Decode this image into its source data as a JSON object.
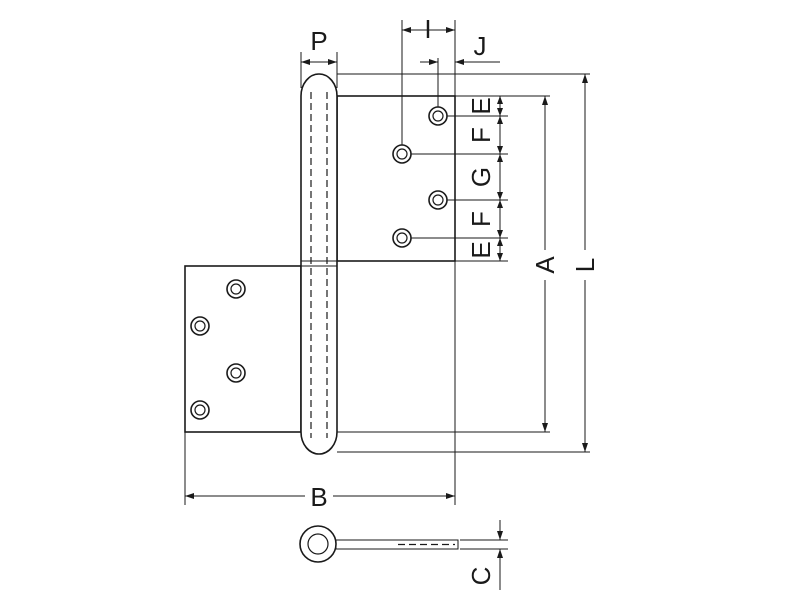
{
  "figure": {
    "type": "technical-drawing",
    "subject": "lift-off flag hinge",
    "colors": {
      "line": "#1a1a1a",
      "background": "#ffffff"
    }
  },
  "labels": {
    "A": "A",
    "B": "B",
    "C": "C",
    "E_top": "E",
    "F_top": "F",
    "G": "G",
    "F_bottom": "F",
    "E_bottom": "E",
    "I": "I",
    "J": "J",
    "L": "L",
    "P": "P"
  }
}
